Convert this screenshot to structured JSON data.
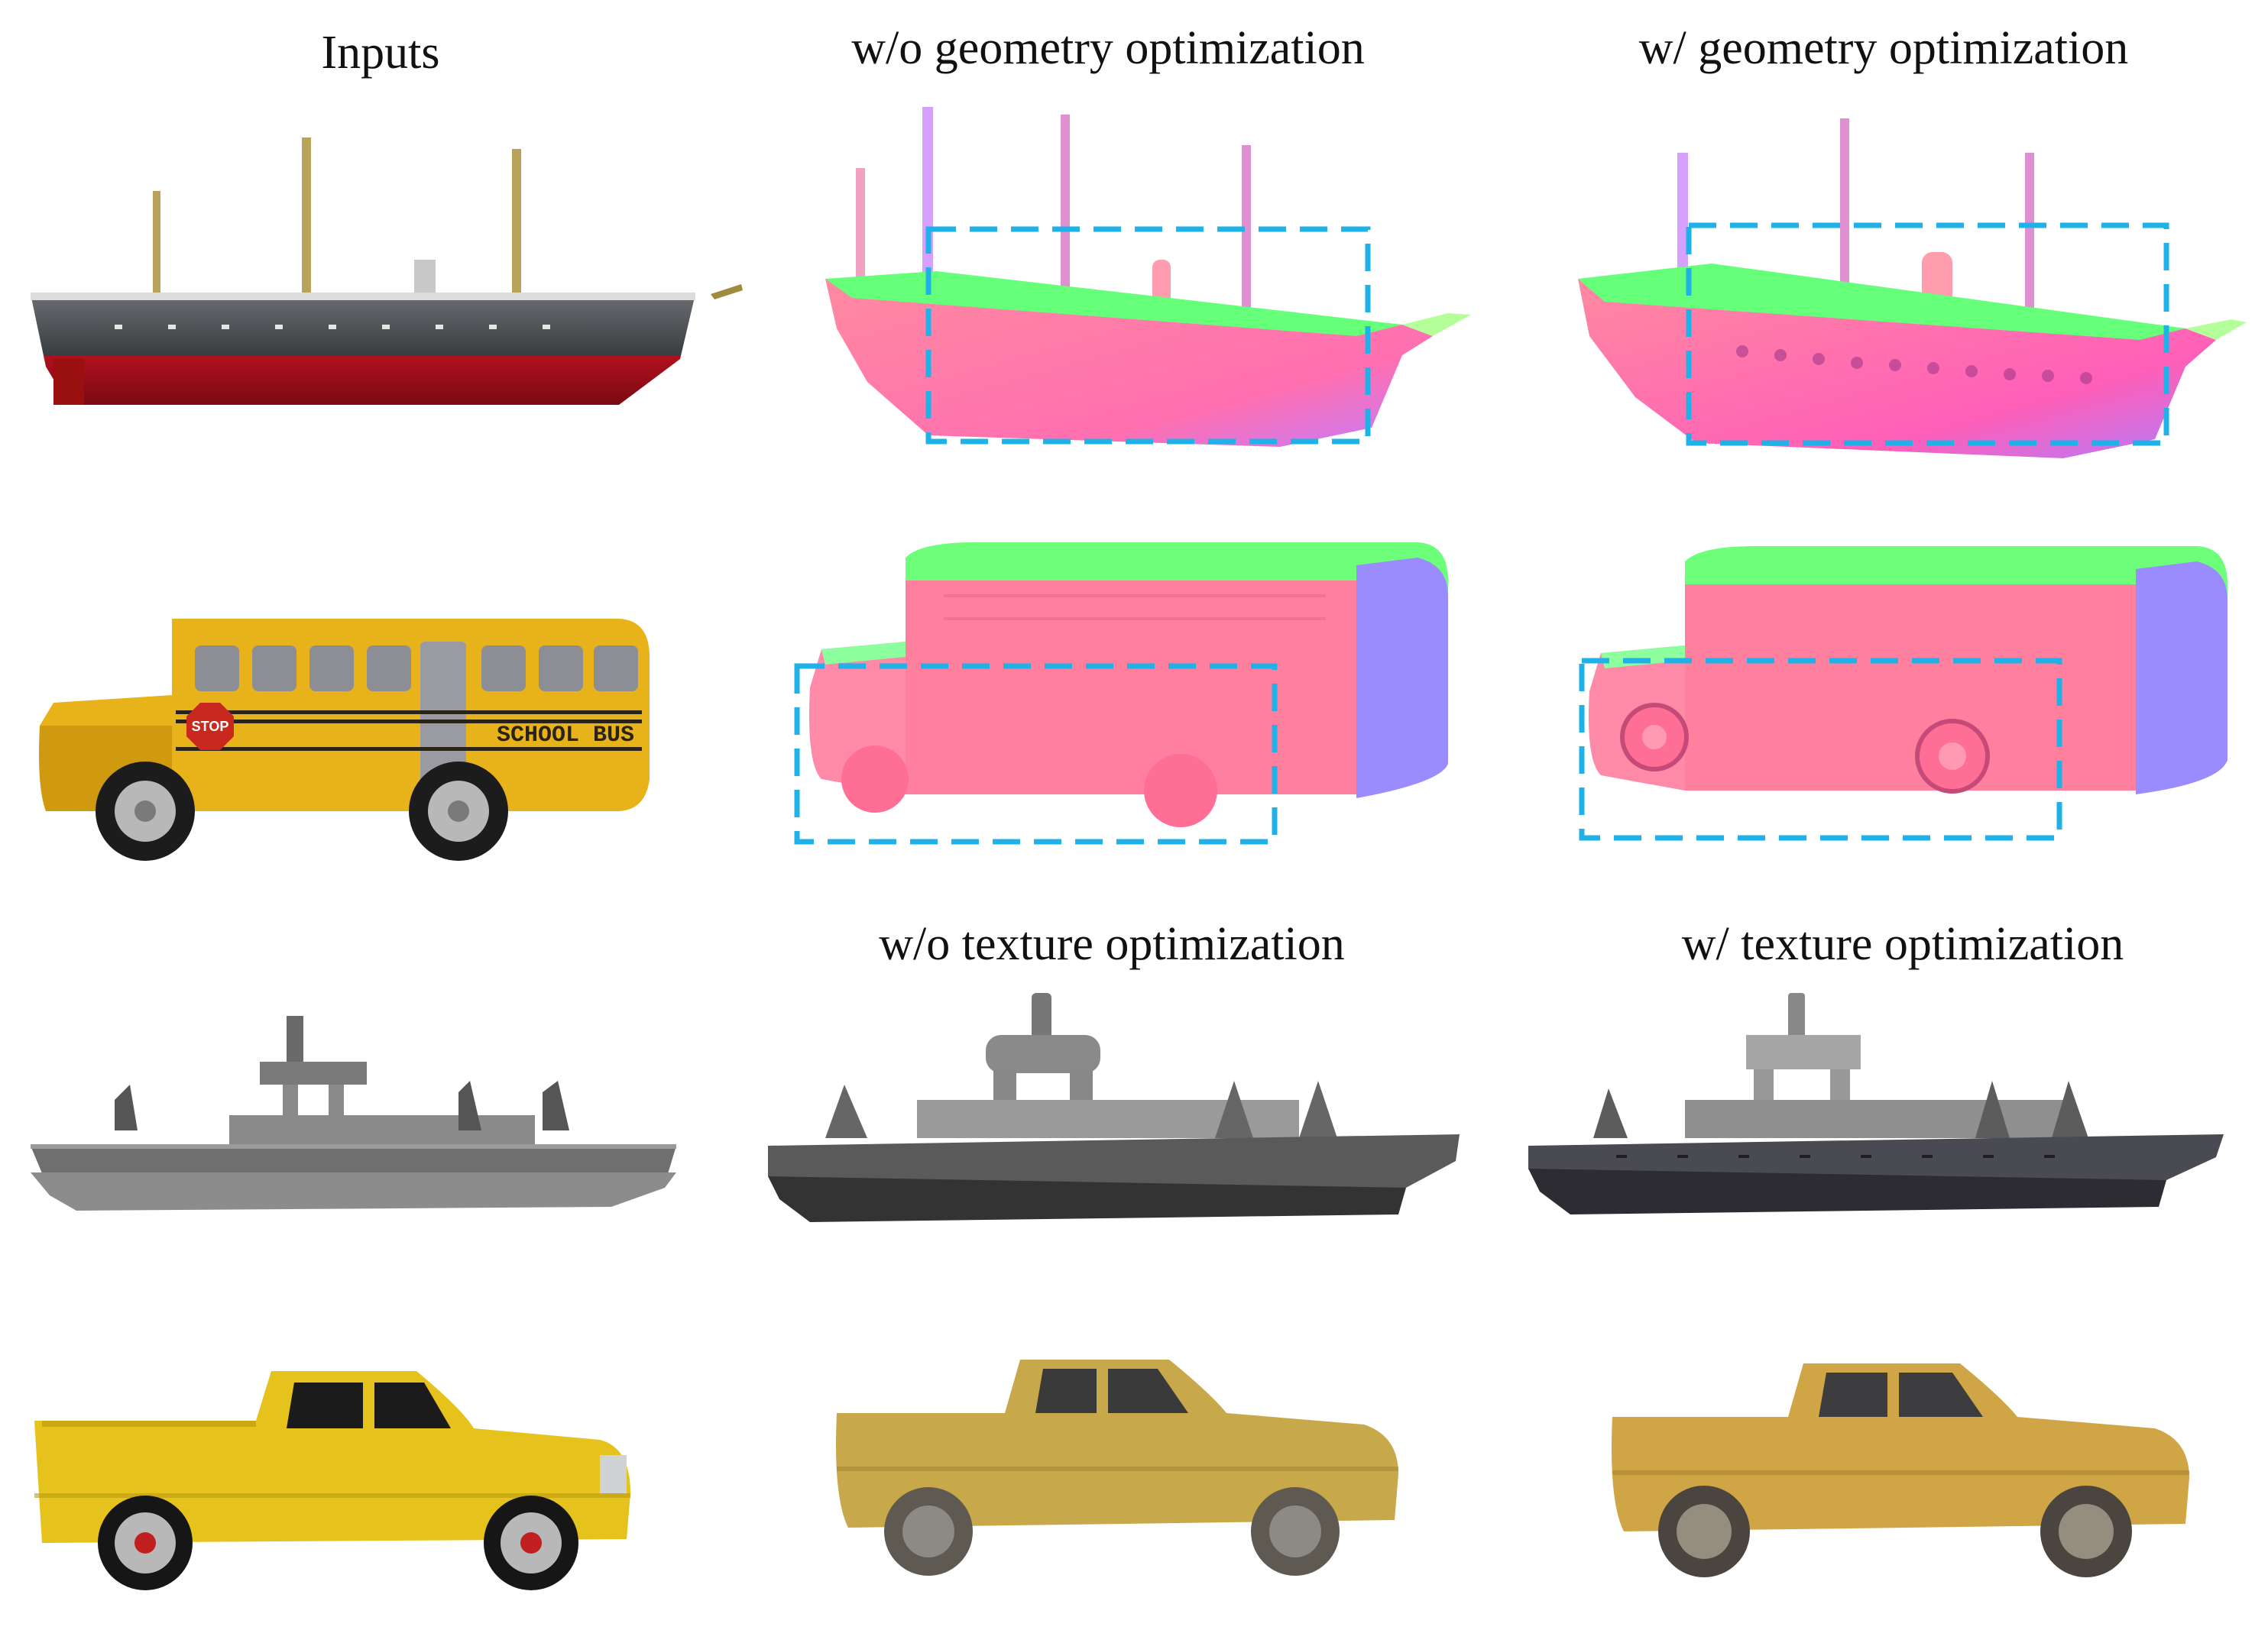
{
  "headings": {
    "inputs": "Inputs",
    "wo_geometry": "w/o geometry optimization",
    "w_geometry": "w/ geometry optimization",
    "wo_texture": "w/o texture optimization",
    "w_texture": "w/ texture optimization"
  },
  "bus_text": {
    "stop": "STOP",
    "school_bus": "SCHOOL BUS"
  },
  "colors": {
    "highlight_box": "#1fb2e8",
    "normal_front": "#ff7f9e",
    "normal_top": "#6dff8a",
    "normal_side": "#9a8cff",
    "bus_yellow": "#e8b21a",
    "truck_yellow": "#e6c21c"
  },
  "rows": [
    {
      "row": "ship-sailing",
      "columns": [
        "input",
        "normal-map-without-geometry-optimization",
        "normal-map-with-geometry-optimization"
      ]
    },
    {
      "row": "school-bus",
      "columns": [
        "input",
        "normal-map-without-geometry-optimization",
        "normal-map-with-geometry-optimization"
      ]
    },
    {
      "row": "ship-grey",
      "columns": [
        "input",
        "render-without-texture-optimization",
        "render-with-texture-optimization"
      ]
    },
    {
      "row": "pickup-truck",
      "columns": [
        "input",
        "render-without-texture-optimization",
        "render-with-texture-optimization"
      ]
    }
  ]
}
